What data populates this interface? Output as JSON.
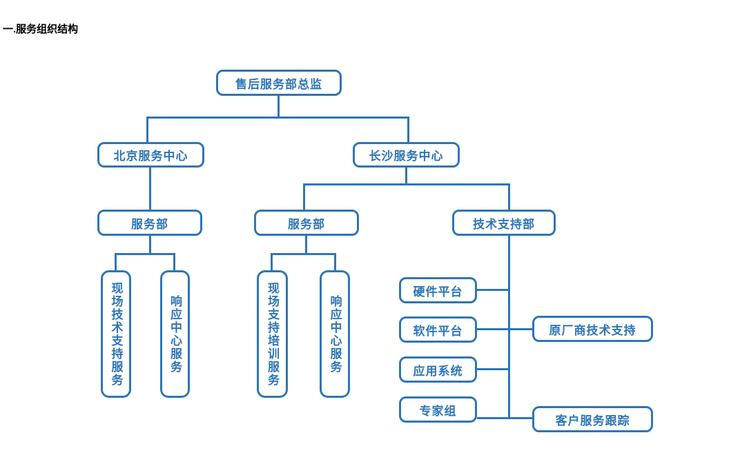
{
  "page_title": "一.服务组织结构",
  "diagram": {
    "type": "org-chart",
    "accent_color": "#2E75B6",
    "background_color": "#ffffff",
    "nodes": {
      "director": "售后服务部总监",
      "beijing_center": "北京服务中心",
      "changsha_center": "长沙服务中心",
      "beijing_service_dept": "服务部",
      "changsha_service_dept": "服务部",
      "tech_support_dept": "技术支持部",
      "onsite_tech_support_service": "现场技术支持服务",
      "response_center_service_beijing": "响应中心服务",
      "onsite_support_training_service": "现场支持培训服务",
      "response_center_service_changsha": "响应中心服务",
      "hardware_platform": "硬件平台",
      "software_platform": "软件平台",
      "application_system": "应用系统",
      "expert_group": "专家组",
      "oem_tech_support": "原厂商技术支持",
      "customer_service_tracking": "客户服务跟踪"
    },
    "edges": [
      [
        "director",
        "beijing_center"
      ],
      [
        "director",
        "changsha_center"
      ],
      [
        "beijing_center",
        "beijing_service_dept"
      ],
      [
        "changsha_center",
        "changsha_service_dept"
      ],
      [
        "changsha_center",
        "tech_support_dept"
      ],
      [
        "beijing_service_dept",
        "onsite_tech_support_service"
      ],
      [
        "beijing_service_dept",
        "response_center_service_beijing"
      ],
      [
        "changsha_service_dept",
        "onsite_support_training_service"
      ],
      [
        "changsha_service_dept",
        "response_center_service_changsha"
      ],
      [
        "tech_support_dept",
        "hardware_platform"
      ],
      [
        "tech_support_dept",
        "software_platform"
      ],
      [
        "tech_support_dept",
        "application_system"
      ],
      [
        "tech_support_dept",
        "expert_group"
      ],
      [
        "software_platform",
        "oem_tech_support"
      ],
      [
        "expert_group",
        "customer_service_tracking"
      ]
    ]
  }
}
